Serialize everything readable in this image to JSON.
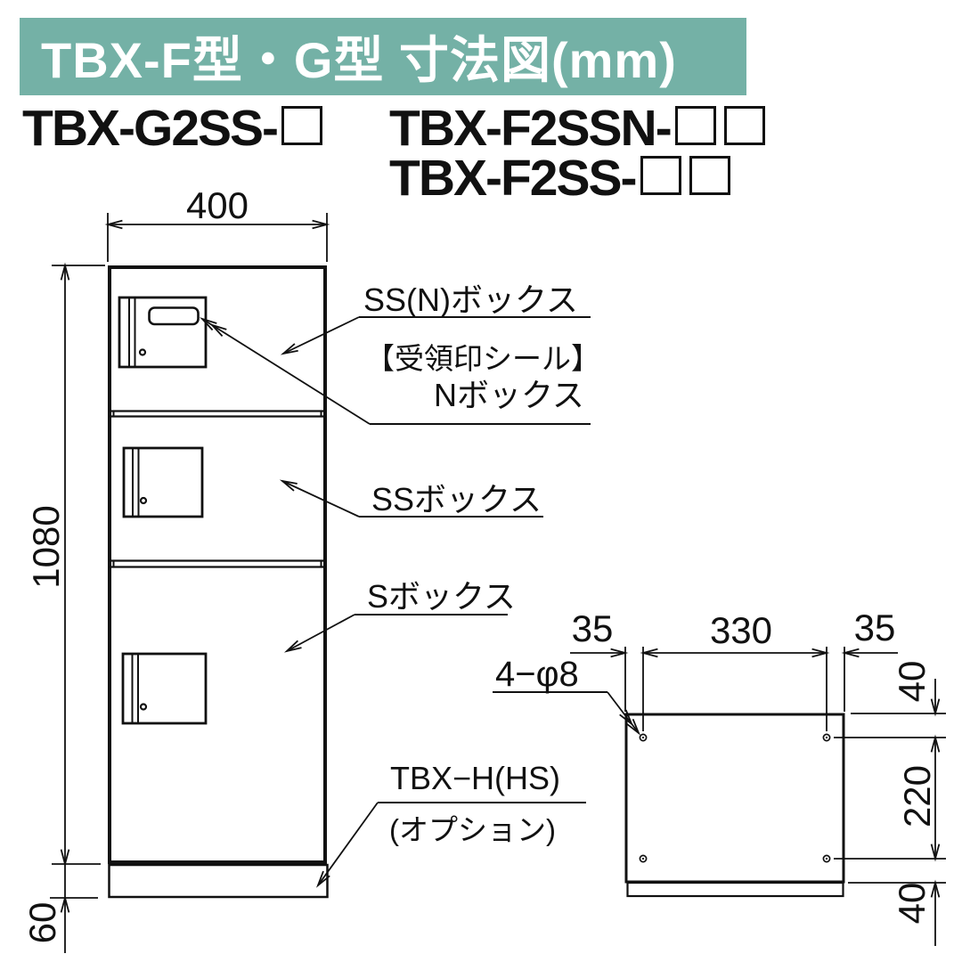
{
  "banner": {
    "title": "TBX-F型・G型 寸法図(mm)",
    "bg_color": "#74b1a6"
  },
  "models": {
    "line1_left": "TBX-G2SS-",
    "line1_right": "TBX-F2SSN-",
    "line2": "TBX-F2SS-"
  },
  "front_view": {
    "dim_width": "400",
    "dim_height": "1080",
    "dim_base_height": "60",
    "label_ssn_box": "SS(N)ボックス",
    "label_seal": "【受領印シール】",
    "label_n_box": "Nボックス",
    "label_ss_box": "SSボックス",
    "label_s_box": "Sボックス",
    "label_base_model": "TBX−H(HS)",
    "label_base_option": "(オプション)"
  },
  "plan_view": {
    "label_holes": "4−φ8",
    "dim_left": "35",
    "dim_center": "330",
    "dim_right": "35",
    "dim_top": "40",
    "dim_middle": "220",
    "dim_bottom": "40"
  }
}
